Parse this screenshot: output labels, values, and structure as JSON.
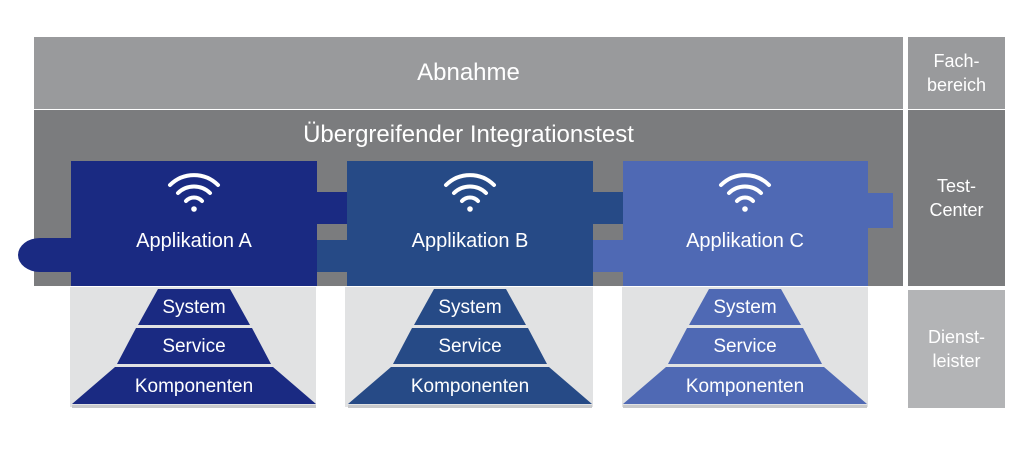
{
  "layers": {
    "top": "Abnahme",
    "middle": "Übergreifender Integrationstest"
  },
  "side_labels": {
    "fachbereich": "Fach-\nbereich",
    "testcenter": "Test-\nCenter",
    "dienstleister": "Dienst-\nleister"
  },
  "applications": [
    {
      "name": "Applikation A",
      "color": "#1a2a82"
    },
    {
      "name": "Applikation B",
      "color": "#264a86"
    },
    {
      "name": "Applikation C",
      "color": "#4f69b4"
    }
  ],
  "pyramid_levels": [
    "System",
    "Service",
    "Komponenten"
  ],
  "icons": {
    "application": "wifi-icon"
  }
}
